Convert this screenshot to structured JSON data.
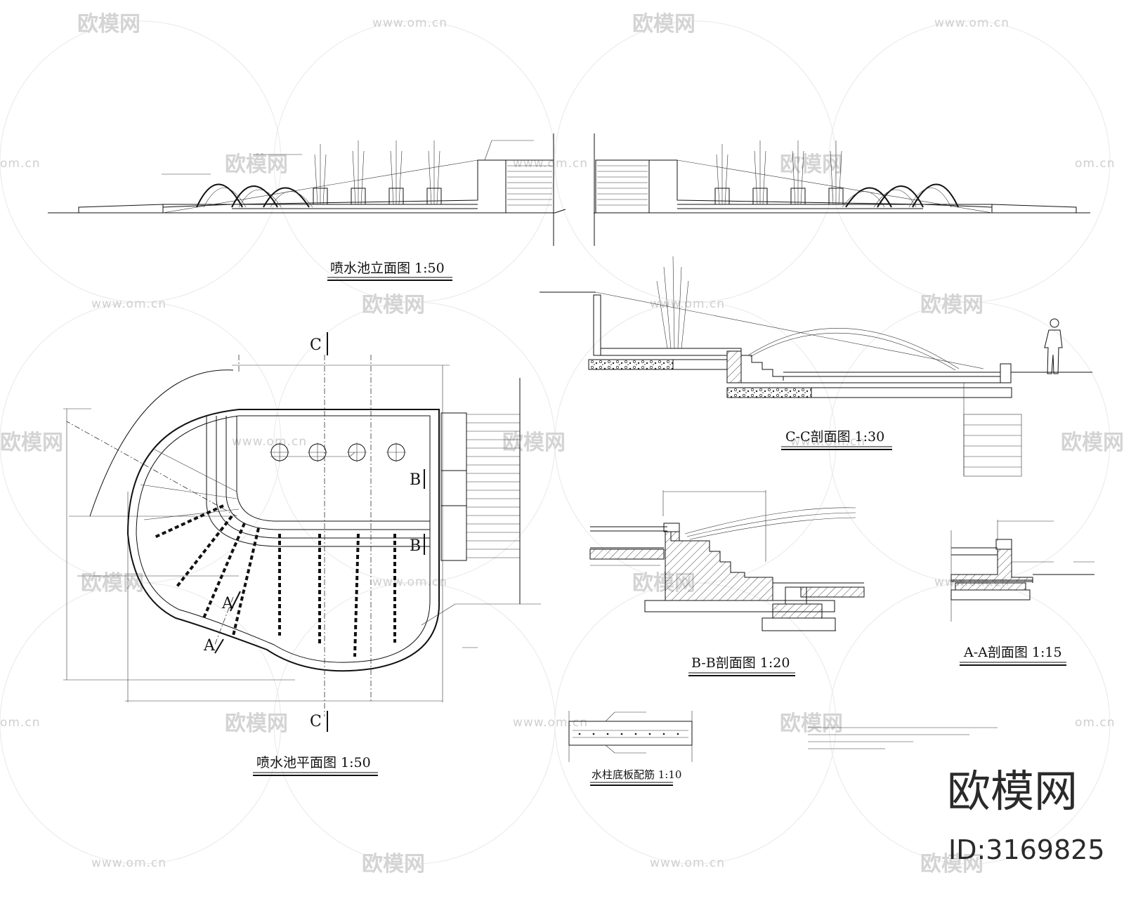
{
  "titles": {
    "elevation": "喷水池立面图  1:50",
    "plan": "喷水池平面图  1:50",
    "section_cc": "C-C剖面图  1:30",
    "section_bb": "B-B剖面图  1:20",
    "section_aa": "A-A剖面图  1:15",
    "rebar": "水柱底板配筋  1:10"
  },
  "section_letters": {
    "c_top": "C",
    "c_bottom": "C",
    "b_upper": "B",
    "b_lower": "B",
    "a_upper": "A",
    "a_lower": "A"
  },
  "watermarks": {
    "site": "www.om.cn",
    "site_short": "om.cn",
    "brand": "欧模网"
  },
  "brand_block": {
    "brand": "欧模网",
    "id": "ID:3169825"
  }
}
